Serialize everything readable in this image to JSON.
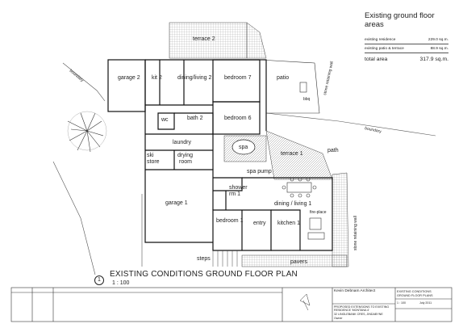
{
  "areas": {
    "title": "Existing ground floor areas",
    "rows": [
      {
        "label": "existing residence",
        "value": "229.0 sq.m."
      },
      {
        "label": "existing patio & terrace",
        "value": "88.9 sq.m."
      }
    ],
    "total": {
      "label": "total area",
      "value": "317.9 sq.m."
    }
  },
  "plan": {
    "title": "EXISTING CONDITIONS GROUND FLOOR PLAN",
    "number": "1",
    "scale": "1 : 100"
  },
  "rooms": {
    "terrace2": "terrace 2",
    "garage2": "garage 2",
    "kit2": "kit 2",
    "dining2": "dining/living 2",
    "bedroom7": "bedroom 7",
    "patio": "patio",
    "bbq": "bbq",
    "wc": "wc",
    "bath2": "bath 2",
    "bedroom6": "bedroom 6",
    "laundry": "laundry",
    "spa": "spa",
    "terrace1": "terrace 1",
    "ski": "ski",
    "store": "store",
    "drying": "drying",
    "room": "room",
    "path": "path",
    "spapump": "spa pump",
    "shower": "shower",
    "rm1": "rm 1",
    "garage1": "garage 1",
    "dining1": "dining / living 1",
    "bedroom1": "bedroom 1",
    "entry": "entry",
    "kitchen1": "kitchen 1",
    "fireplace": "fire-place",
    "steps": "steps",
    "pavers": "pavers",
    "boundary1": "boundary",
    "boundary2": "boundary",
    "retaining1": "stone retaining wall",
    "retaining2": "stone retaining wall"
  },
  "titleblock": {
    "architect": "Kevin Debnam Architect",
    "project": "PROPOSED EXTENSIONS TO EXISTING RESIDENCE 'MONTANA 4'",
    "address": "32 LINGLEBANK CRES, JINDABYNE",
    "client": "Owner",
    "drawing_label": "EXISTING CONDITIONS",
    "drawing_title": "GROUND FLOOR PLANS",
    "scale": "1 : 100",
    "date": "July 2011"
  }
}
